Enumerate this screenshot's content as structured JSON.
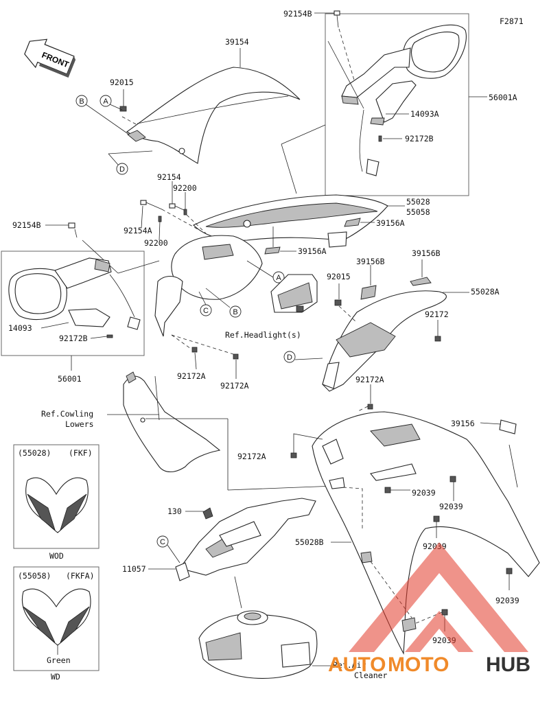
{
  "figure_id": "F2871",
  "front_label": "FRONT",
  "watermark": {
    "auto": "AUTO",
    "moto": "MOTO",
    "hub": "HUB",
    "auto_color": "#f08a2a",
    "moto_color": "#f08a2a",
    "hub_color": "#333333",
    "logo_color": "#e23b2a"
  },
  "parts": {
    "p92154B_top": "92154B",
    "p39154": "39154",
    "p92015_a": "92015",
    "p56001A": "56001A",
    "p14093A": "14093A",
    "p92172B_top": "92172B",
    "p92154": "92154",
    "p92200_a": "92200",
    "p92154A": "92154A",
    "p92200_b": "92200",
    "p55028": "55028",
    "p55058": "55058",
    "p39156A_a": "39156A",
    "p39156A_b": "39156A",
    "p92154B_left": "92154B",
    "p39156B_a": "39156B",
    "p39156B_b": "39156B",
    "p92015_b": "92015",
    "p55028A": "55028A",
    "p92172": "92172",
    "p14093": "14093",
    "p92172B_left": "92172B",
    "p56001": "56001",
    "p92172A_a": "92172A",
    "p92172A_b": "92172A",
    "p92172A_c": "92172A",
    "p92172A_d": "92172A",
    "p39156": "39156",
    "p92039_a": "92039",
    "p92039_b": "92039",
    "p92039_c": "92039",
    "p92039_d": "92039",
    "p92039_e": "92039",
    "p130": "130",
    "p11057": "11057",
    "p55028B": "55028B"
  },
  "refs": {
    "headlight": "Ref.Headlight(s)",
    "cowling_1": "Ref.Cowling",
    "cowling_2": "Lowers",
    "air_1": "Ref.Air",
    "air_2": "Cleaner"
  },
  "callouts": {
    "A": "A",
    "B": "B",
    "C": "C",
    "D": "D"
  },
  "variants": [
    {
      "part": "(55028)",
      "code": "(FKF)",
      "color": "",
      "footer": "WOD"
    },
    {
      "part": "(55058)",
      "code": "(FKFA)",
      "color": "Green",
      "footer": "WD"
    }
  ]
}
